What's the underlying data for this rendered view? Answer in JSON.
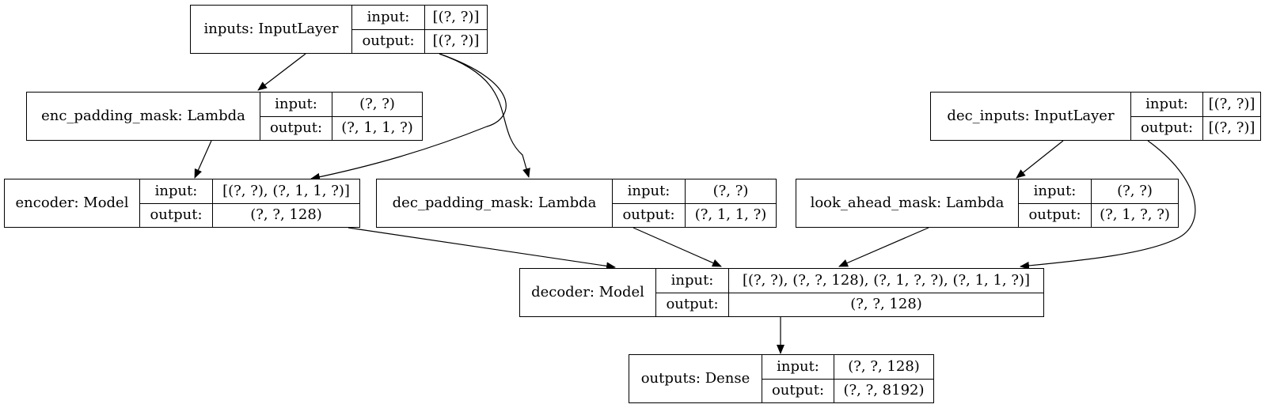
{
  "nodes": {
    "inputs": {
      "name": "inputs: InputLayer",
      "input_label": "input:",
      "input_value": "[(?, ?)]",
      "output_label": "output:",
      "output_value": "[(?, ?)]"
    },
    "enc_padding_mask": {
      "name": "enc_padding_mask: Lambda",
      "input_label": "input:",
      "input_value": "(?, ?)",
      "output_label": "output:",
      "output_value": "(?, 1, 1, ?)"
    },
    "dec_inputs": {
      "name": "dec_inputs: InputLayer",
      "input_label": "input:",
      "input_value": "[(?, ?)]",
      "output_label": "output:",
      "output_value": "[(?, ?)]"
    },
    "encoder": {
      "name": "encoder: Model",
      "input_label": "input:",
      "input_value": "[(?, ?), (?, 1, 1, ?)]",
      "output_label": "output:",
      "output_value": "(?, ?, 128)"
    },
    "dec_padding_mask": {
      "name": "dec_padding_mask: Lambda",
      "input_label": "input:",
      "input_value": "(?, ?)",
      "output_label": "output:",
      "output_value": "(?, 1, 1, ?)"
    },
    "look_ahead_mask": {
      "name": "look_ahead_mask: Lambda",
      "input_label": "input:",
      "input_value": "(?, ?)",
      "output_label": "output:",
      "output_value": "(?, 1, ?, ?)"
    },
    "decoder": {
      "name": "decoder: Model",
      "input_label": "input:",
      "input_value": "[(?, ?), (?, ?, 128), (?, 1, ?, ?), (?, 1, 1, ?)]",
      "output_label": "output:",
      "output_value": "(?, ?, 128)"
    },
    "outputs": {
      "name": "outputs: Dense",
      "input_label": "input:",
      "input_value": "(?, ?, 128)",
      "output_label": "output:",
      "output_value": "(?, ?, 8192)"
    }
  },
  "edges": [
    {
      "from": "inputs",
      "to": "enc_padding_mask"
    },
    {
      "from": "inputs",
      "to": "encoder"
    },
    {
      "from": "inputs",
      "to": "dec_padding_mask"
    },
    {
      "from": "enc_padding_mask",
      "to": "encoder"
    },
    {
      "from": "dec_inputs",
      "to": "look_ahead_mask"
    },
    {
      "from": "dec_inputs",
      "to": "decoder"
    },
    {
      "from": "encoder",
      "to": "decoder"
    },
    {
      "from": "dec_padding_mask",
      "to": "decoder"
    },
    {
      "from": "look_ahead_mask",
      "to": "decoder"
    },
    {
      "from": "decoder",
      "to": "outputs"
    }
  ]
}
